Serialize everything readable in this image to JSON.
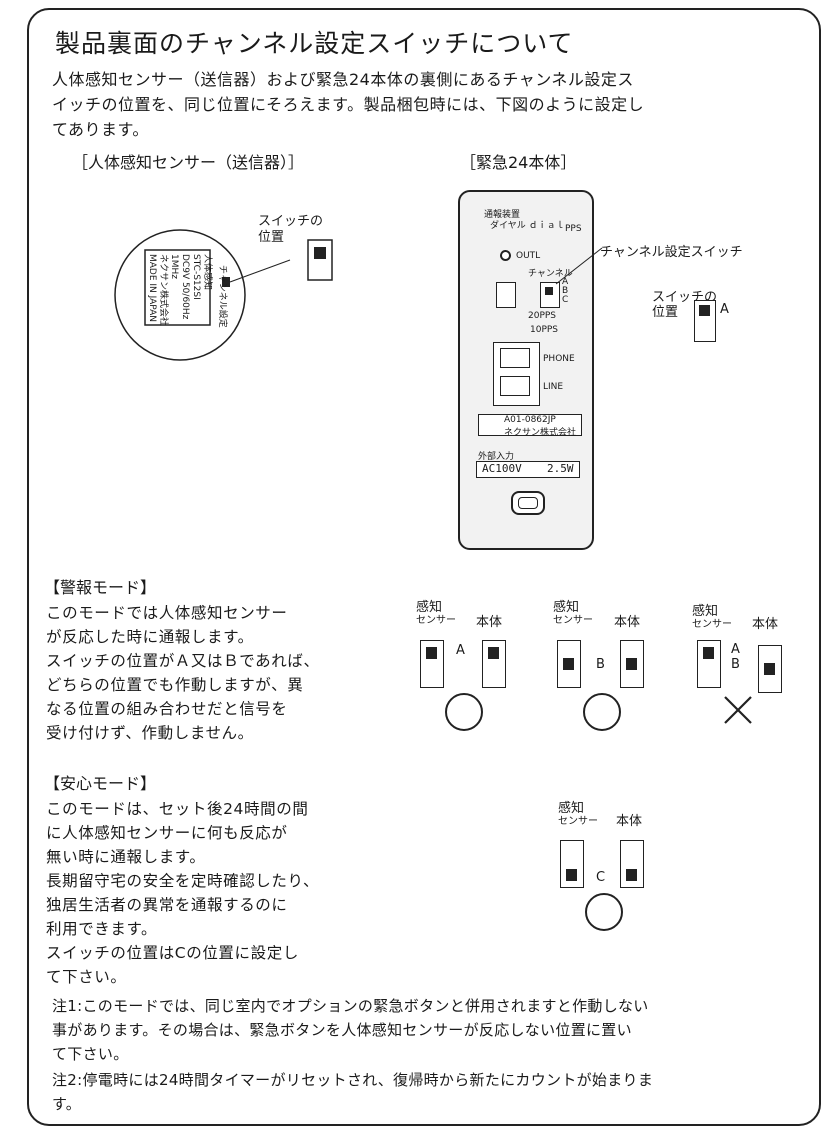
{
  "title": "製品裏面のチャンネル設定スイッチについて",
  "intro": [
    "人体感知センサー（送信器）および緊急24本体の裏側にあるチャンネル設定ス",
    "イッチの位置を、同じ位置にそろえます。製品梱包時には、下図のように設定し",
    "てあります。"
  ],
  "sensor_heading": "［人体感知センサー（送信器）］",
  "unit_heading": "［緊急24本体］",
  "sensor_switch_label": [
    "スイッチの",
    "位置"
  ],
  "sensor_label_lines": [
    "人体感知",
    "STC-S12SI",
    "DC9V 50/60Hz",
    "1MHz",
    "ネクサン株式会社",
    "MADE IN JAPAN"
  ],
  "sensor_ch_label": "チャンネル設定",
  "unit_panel": {
    "title": "通報装置",
    "subtitle": "ダイヤル ｄｉａｌ",
    "mode": "PPS",
    "led": "OUTL",
    "channel_label": "チャンネル",
    "abc": [
      "A",
      "B",
      "C"
    ],
    "pps20": "20PPS",
    "pps10": "10PPS",
    "phone": "PHONE",
    "line": "LINE",
    "maker_code": "A01-0862JP",
    "maker": "ネクサン株式会社",
    "power_label": "外部入力",
    "power": "AC100V",
    "watt": "2.5W"
  },
  "callout_channel": "チャンネル設定スイッチ",
  "unit_switch_label": [
    "スイッチの",
    "位置"
  ],
  "unit_switch_letter": "A",
  "alarm_heading": "【警報モード】",
  "alarm_text": [
    "このモードでは人体感知センサー",
    "が反応した時に通報します。",
    "スイッチの位置がＡ又はＢであれば、",
    "どちらの位置でも作動しますが、異",
    "なる位置の組み合わせだと信号を",
    "受け付けず、作動しません。"
  ],
  "sensor_short": [
    "感知",
    "センサー"
  ],
  "body_short": "本体",
  "combo_letters": [
    "A",
    "B"
  ],
  "combo_ab": [
    "A",
    "B"
  ],
  "safe_heading": "【安心モード】",
  "safe_text": [
    "このモードは、セット後24時間の間",
    "に人体感知センサーに何も反応が",
    "無い時に通報します。",
    "長期留守宅の安全を定時確認したり、",
    "独居生活者の異常を通報するのに",
    "利用できます。",
    "スイッチの位置はCの位置に設定し",
    "て下さい。"
  ],
  "safe_letter": "C",
  "note1": [
    "注1:このモードでは、同じ室内でオプションの緊急ボタンと併用されますと作動しない",
    "事があります。その場合は、緊急ボタンを人体感知センサーが反応しない位置に置い",
    "て下さい。"
  ],
  "note2": [
    "注2:停電時には24時間タイマーがリセットされ、復帰時から新たにカウントが始まりま",
    "す。"
  ],
  "colors": {
    "ink": "#1a1a1a",
    "panel": "#f2f2f2"
  }
}
